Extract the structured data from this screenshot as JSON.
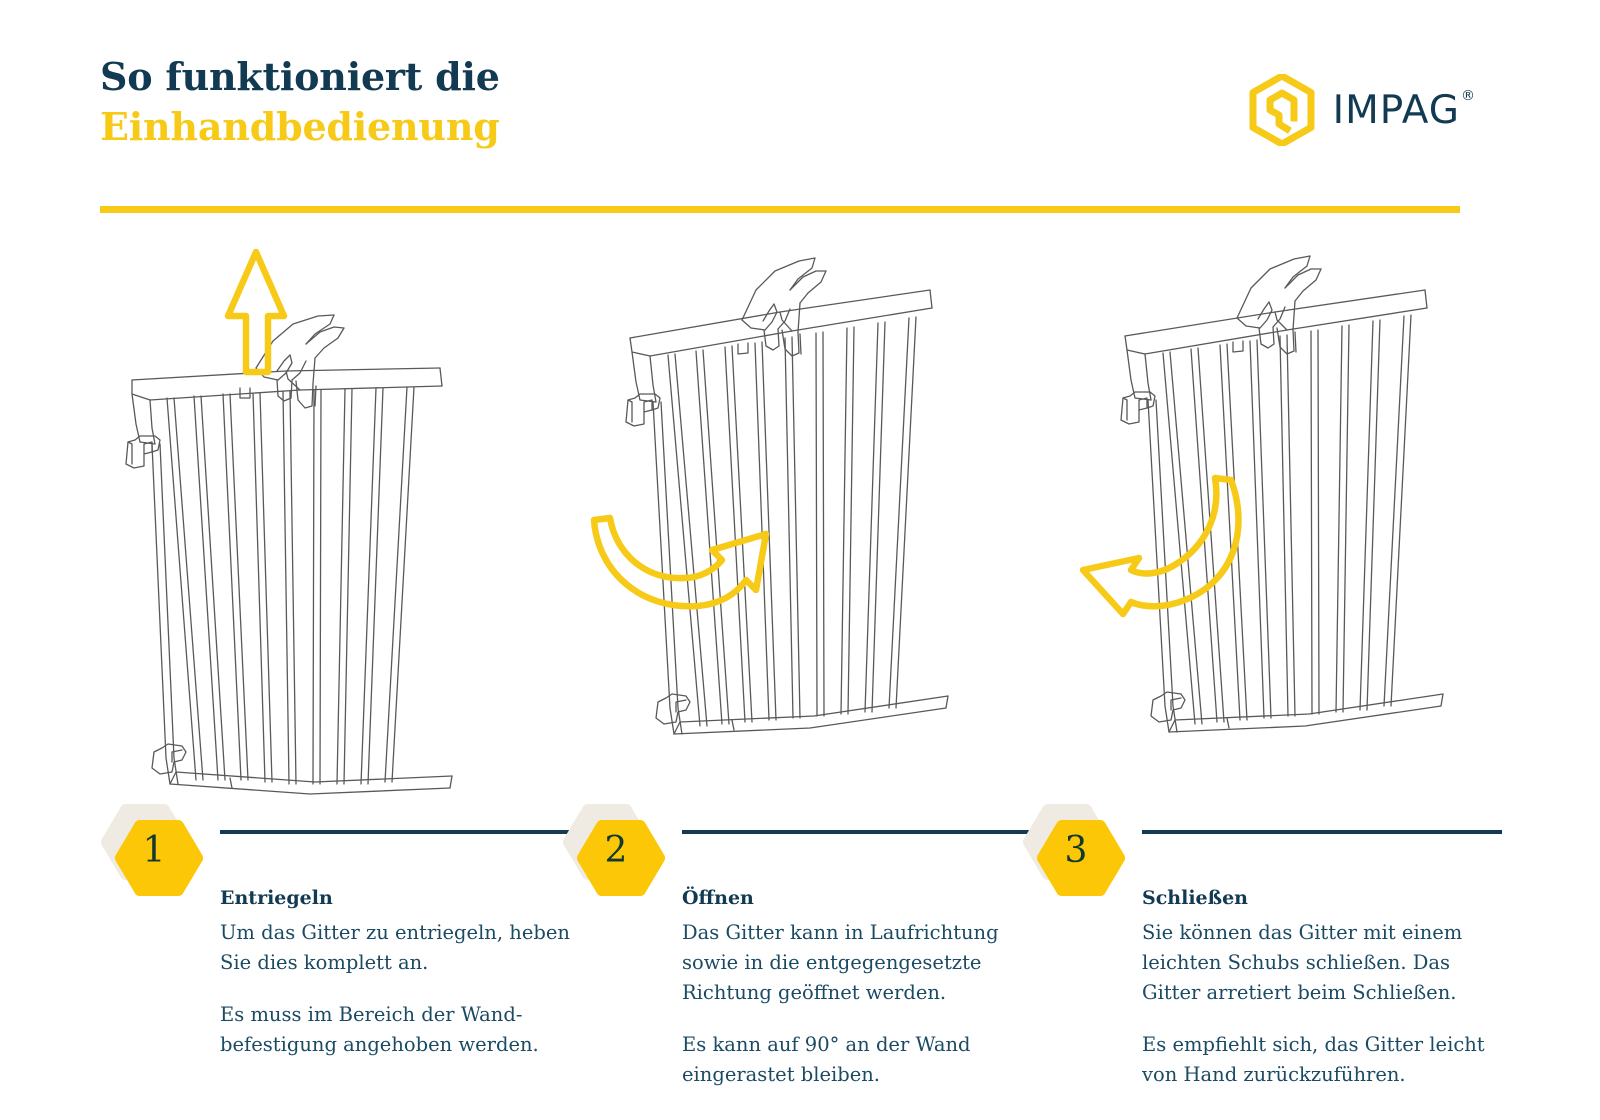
{
  "header": {
    "title_line1": "So funktioniert die",
    "title_line2": "Einhandbedienung",
    "logo": {
      "mark_name": "impag-hexagon-logo-icon",
      "wordmark": "IMPAG",
      "registered": "®"
    }
  },
  "colors": {
    "yellow": "#F7CA18",
    "navy": "#123A52",
    "body_text": "#1B4A63",
    "badge_shadow": "#EFEBE2",
    "badge_number": "#113A30",
    "line_art": "#595959",
    "background": "#FFFFFF"
  },
  "illustrations": [
    {
      "name": "gate-upright-with-hand-and-up-arrow",
      "arrow": "straight-up-arrow",
      "arrow_color": "#F7CA18",
      "description": "Baby safety gate drawn in outline with a hand gripping the top rail and a yellow outlined arrow pointing straight up."
    },
    {
      "name": "gate-tilted-with-hand-and-curved-right-arrow",
      "arrow": "curved-arrow-right",
      "arrow_color": "#F7CA18",
      "description": "Gate swinging open, yellow curved outlined arrow pointing up to the right."
    },
    {
      "name": "gate-tilted-with-hand-and-curved-left-arrow",
      "arrow": "curved-arrow-left",
      "arrow_color": "#F7CA18",
      "description": "Gate being pushed closed, yellow curved outlined arrow pointing to the left."
    }
  ],
  "steps": [
    {
      "number": "1",
      "title": "Entriegeln",
      "paragraph1": "Um das Gitter zu entriegeln, heben Sie dies komplett an.",
      "paragraph2": "Es muss im Bereich der Wand­befestigung angehoben werden."
    },
    {
      "number": "2",
      "title": "Öffnen",
      "paragraph1": "Das Gitter kann in Laufrichtung sowie in die entgegengesetzte Richtung geöffnet werden.",
      "paragraph2": "Es kann auf 90° an der Wand eingerastet bleiben."
    },
    {
      "number": "3",
      "title": "Schließen",
      "paragraph1": "Sie können das Gitter mit einem leichten Schubs schließen. Das Gitter arretiert beim Schließen.",
      "paragraph2": "Es empfiehlt sich, das Gitter leicht von Hand zurückzuführen."
    }
  ]
}
